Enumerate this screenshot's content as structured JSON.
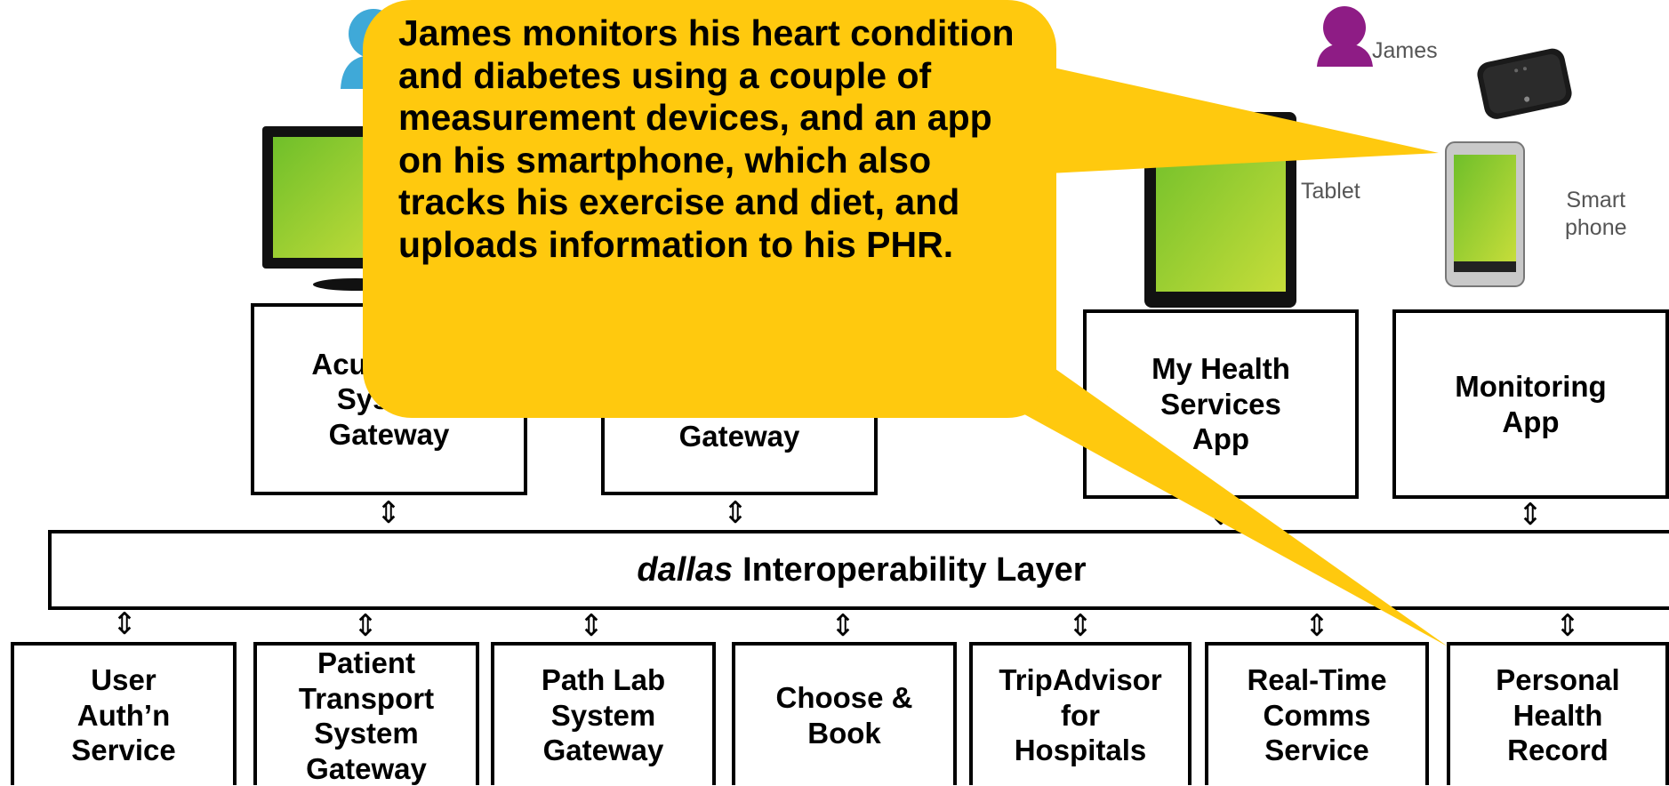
{
  "colors": {
    "callout": "#FFC90E",
    "screen_green_light": "#a8d63a",
    "screen_green_dark": "#6fbf2a",
    "person_purple": "#8e1c85",
    "person_blue": "#3fa9d8",
    "stroke": "#000000"
  },
  "callout": {
    "text": "James monitors his heart condition and diabetes using a couple of measurement devices, and an app on his smartphone, which also tracks his exercise and diet, and uploads information to his PHR."
  },
  "top_row": {
    "acute_gateway": "Acute Care\nSystem\nGateway",
    "second_gateway": "Gateway",
    "my_health_app": "My Health\nServices\nApp",
    "monitoring_app": "Monitoring\nApp"
  },
  "devices": {
    "person_name": "James",
    "tablet_label": "Tablet",
    "smartphone_label": "Smart\nphone",
    "icons": [
      "person-icon",
      "desktop-monitor-icon",
      "tablet-icon",
      "smartphone-icon",
      "mobile-hub-icon"
    ]
  },
  "layer": {
    "italic": "dallas",
    "rest": "Interoperability Layer"
  },
  "services": [
    "User\nAuth’n\nService",
    "Patient\nTransport\nSystem\nGateway",
    "Path Lab\nSystem\nGateway",
    "Choose &\nBook",
    "TripAdvisor\nfor\nHospitals",
    "Real-Time\nComms\nService",
    "Personal\nHealth\nRecord"
  ],
  "arrow_glyph": "⇕"
}
